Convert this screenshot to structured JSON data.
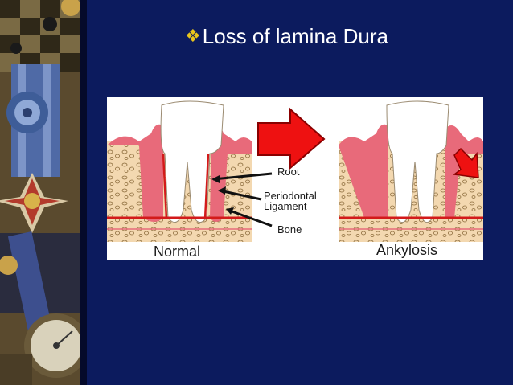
{
  "slide": {
    "title": "Loss of  lamina Dura",
    "bullet_icon": "diamond-bullet-icon",
    "accent_color": "#e8c41c",
    "background_color": "#0c1b5e"
  },
  "figure": {
    "left_label": "Normal",
    "right_label": "Ankylosis",
    "callouts": {
      "root": "Root",
      "periodontal_ligament": "Periodontal\nLigament",
      "bone": "Bone"
    },
    "colors": {
      "gum": "#e86a7a",
      "bone": "#f3d8b0",
      "tooth": "#ffffff",
      "arrow": "#ee1111",
      "ligament": "#d31a1a"
    }
  }
}
